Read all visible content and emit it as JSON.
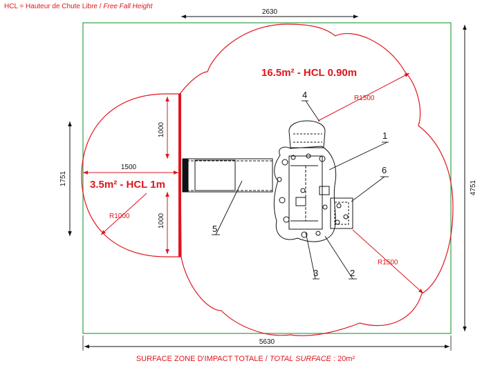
{
  "header": {
    "prefix": "HCL = Hauteur de Chute Libre / ",
    "italic": "Free Fall Height"
  },
  "dimensions": {
    "top_width": "2630",
    "left_height": "1751",
    "right_height": "4751",
    "bottom_width": "5630",
    "left_extension": "1500",
    "upper_offset": "1000",
    "lower_offset": "1000"
  },
  "zones": {
    "main": "16.5m² - HCL 0.90m",
    "slide": "3.5m² - HCL 1m"
  },
  "radii": {
    "main_top": "R1500",
    "main_bottom": "R1500",
    "slide": "R1000"
  },
  "callouts": [
    "1",
    "2",
    "3",
    "4",
    "5",
    "6"
  ],
  "footer": {
    "prefix": "SURFACE ZONE D'IMPACT TOTALE / ",
    "italic": "TOTAL SURFACE",
    "suffix": " : 20m²"
  },
  "colors": {
    "impact_zone": "#e0141c",
    "bounding_box": "#2ea043",
    "equipment": "#111111"
  }
}
